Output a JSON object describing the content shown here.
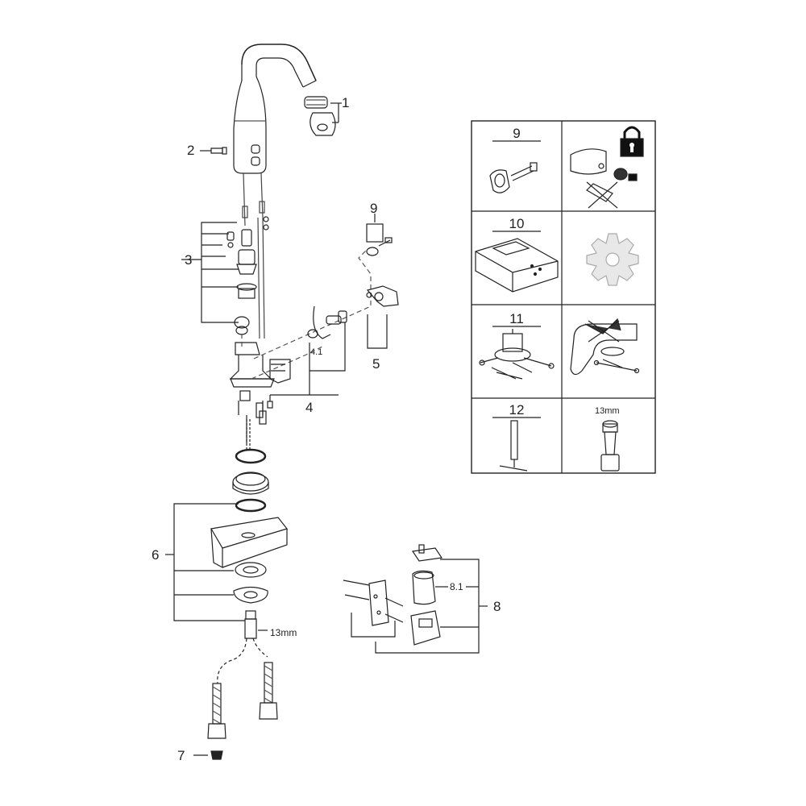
{
  "callouts": {
    "c1": "1",
    "c2": "2",
    "c3": "3",
    "c4": "4",
    "c41": "4.1",
    "c5": "5",
    "c6": "6",
    "c7": "7",
    "c8": "8",
    "c81": "8.1",
    "c9": "9",
    "c13a": "13mm"
  },
  "table": {
    "r1": "9",
    "r2": "10",
    "r3": "11",
    "r4": "12",
    "r4_right": "13mm"
  }
}
